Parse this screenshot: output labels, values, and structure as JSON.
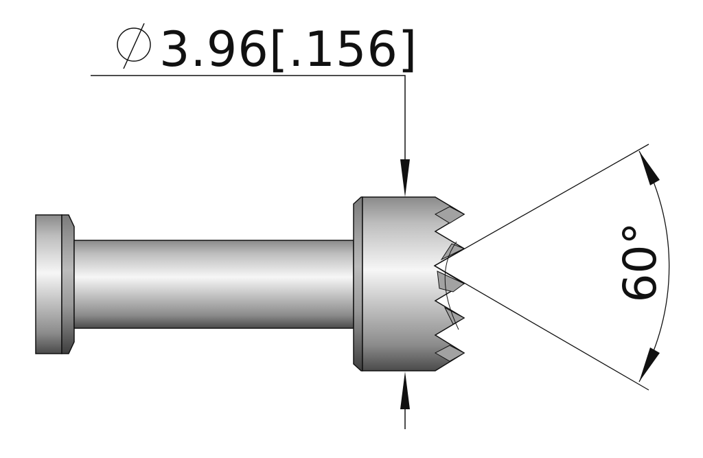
{
  "drawing": {
    "part": "serrated-tip pin",
    "diameter_dimension": {
      "symbol": "Ø",
      "metric_value": "3.96",
      "imperial_value": "[.156]",
      "full_text": "3.96[.156]"
    },
    "angle_dimension": {
      "value": "60°"
    },
    "colors": {
      "line": "#111111",
      "metal_light": "#f4f4f4",
      "metal_mid": "#b8b8b8",
      "metal_dark": "#505050",
      "tooth_face": "#9e9e9e",
      "background": "#ffffff"
    }
  }
}
